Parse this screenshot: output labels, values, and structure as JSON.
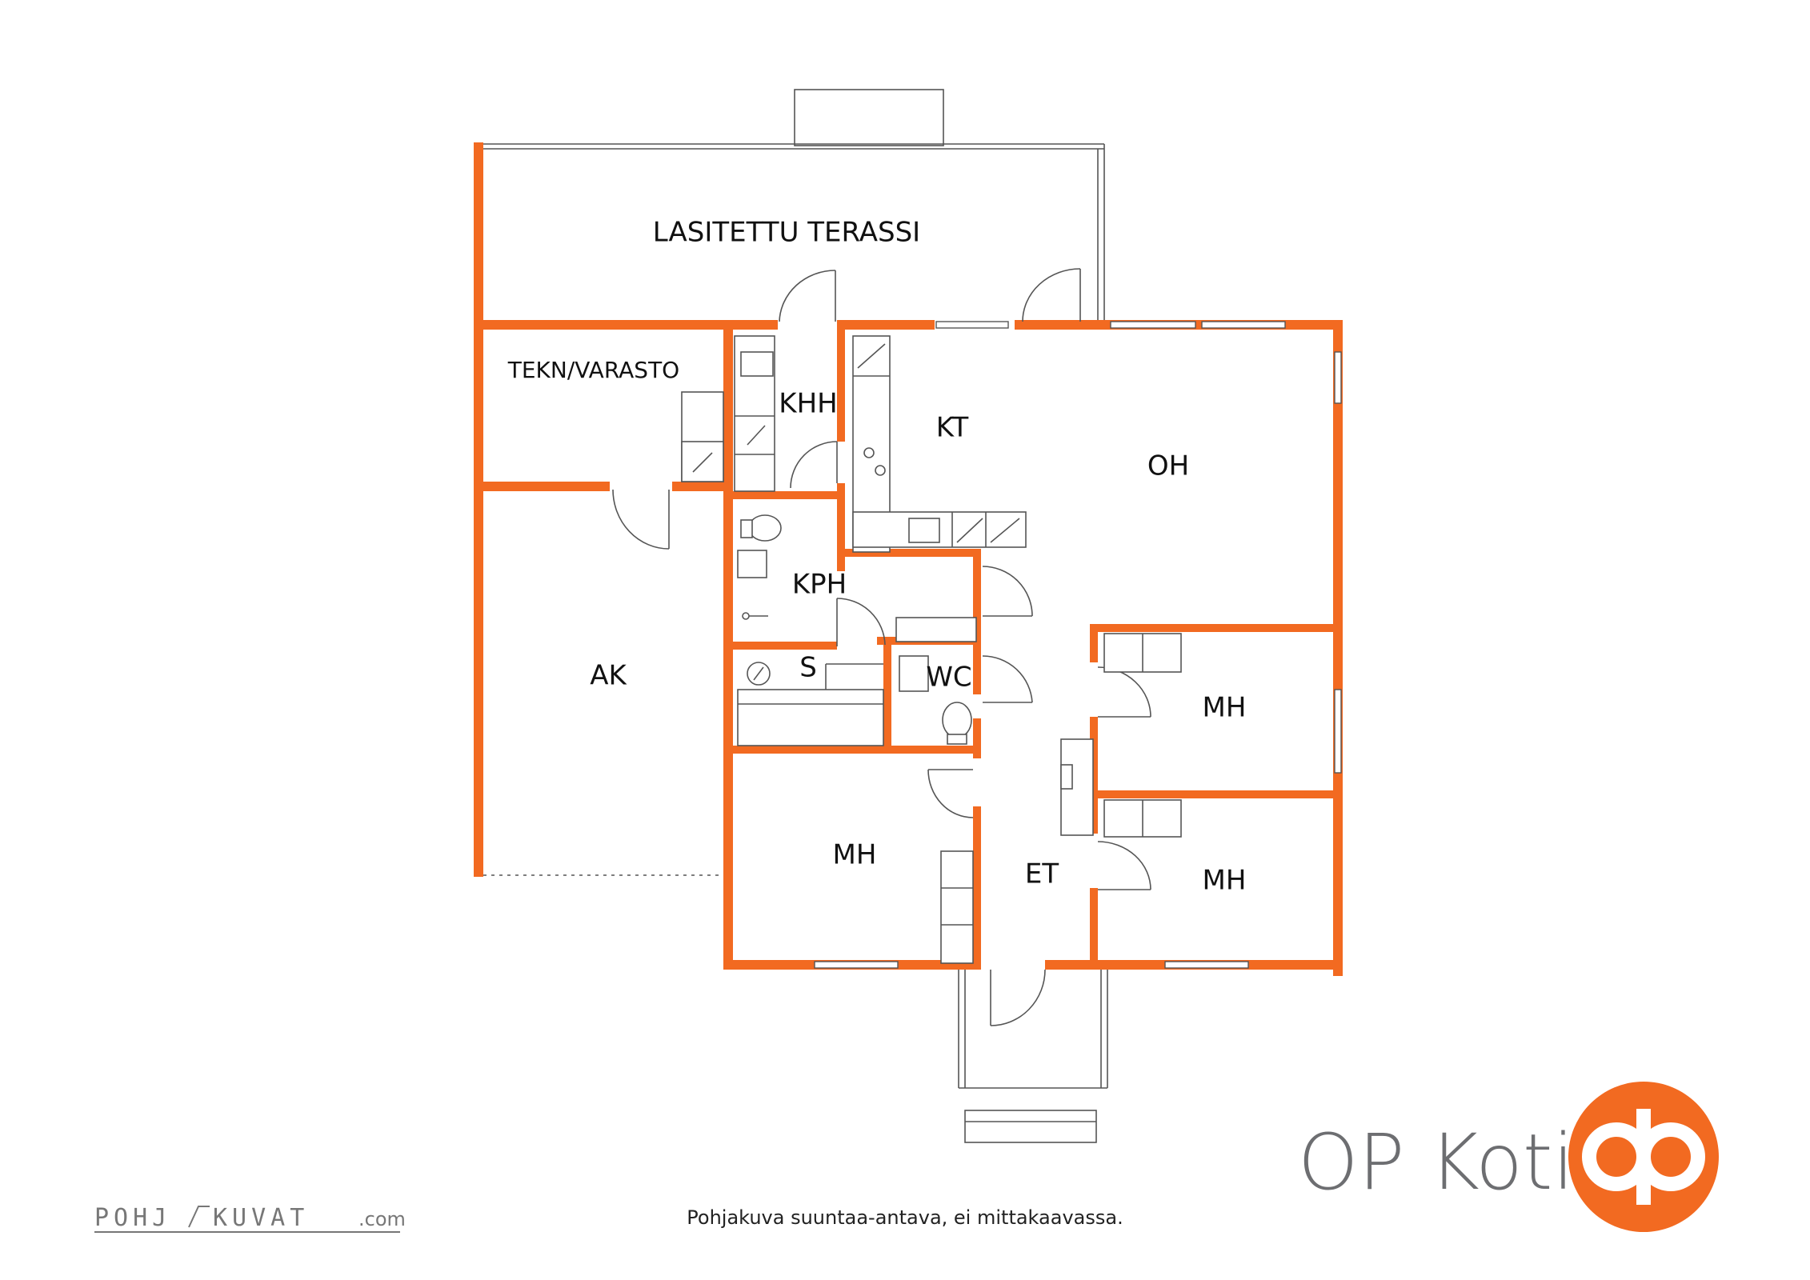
{
  "rooms": {
    "terrace": "LASITETTU TERASSI",
    "tech_storage": "TEKN/VARASTO",
    "utility": "KHH",
    "kitchen": "KT",
    "living": "OH",
    "bathroom": "KPH",
    "sauna": "S",
    "toilet": "WC",
    "carport": "AK",
    "bedroom_1": "MH",
    "bedroom_2": "MH",
    "bedroom_3": "MH",
    "hall": "ET"
  },
  "brand": {
    "name": "OP Koti",
    "accent_color": "#f26a21",
    "text_color": "#6d6e71"
  },
  "footer": {
    "disclaimer": "Pohjakuva suuntaa-antava, ei mittakaavassa.",
    "credit_main": "POHJ",
    "credit_second": "KUVAT",
    "credit_suffix": ".com"
  },
  "colors": {
    "wall": "#f26a21",
    "lines": "#555555"
  }
}
